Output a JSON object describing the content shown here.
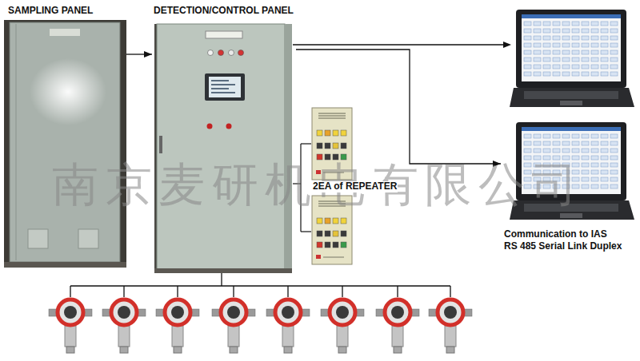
{
  "diagram": {
    "nodes": [
      {
        "text": [
          "SAMPLING PANEL"
        ]
      },
      {
        "text": [
          "DETECTION/CONTROL PANEL"
        ]
      },
      {
        "text": [
          "Communication to IAS",
          "RS 485 Serial Link Duplex"
        ]
      }
    ],
    "edges": [
      {
        "from": 0,
        "to": 1,
        "arrow": "to"
      },
      {
        "from": 1,
        "to": 2,
        "arrow": "to"
      }
    ],
    "labels": [
      "2EA of REPEATER",
      "南京麦研机电有限公司"
    ]
  }
}
